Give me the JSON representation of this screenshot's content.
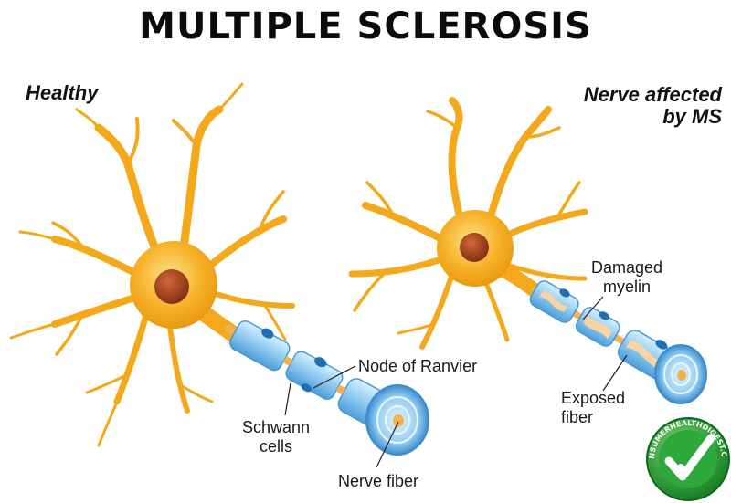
{
  "title": "MULTIPLE SCLEROSIS",
  "panels": {
    "healthy": {
      "title": "Healthy"
    },
    "ms": {
      "title_line1": "Nerve affected",
      "title_line2": "by MS"
    }
  },
  "labels": {
    "node_of_ranvier": "Node of Ranvier",
    "schwann_line1": "Schwann",
    "schwann_line2": "cells",
    "nerve_fiber": "Nerve fiber",
    "damaged_line1": "Damaged",
    "damaged_line2": "myelin",
    "exposed_line1": "Exposed",
    "exposed_line2": "fiber"
  },
  "logo": {
    "text": "CONSUMERHEALTHDIGEST.COM"
  },
  "colors": {
    "neuron": "#f4a81c",
    "neuron_light": "#ffd25a",
    "nucleus": "#a8421b",
    "myelin": "#9fd3f2",
    "myelin_dark": "#3f8fd0",
    "fiber": "#f3b24e",
    "logo_green": "#1f9a2e"
  }
}
